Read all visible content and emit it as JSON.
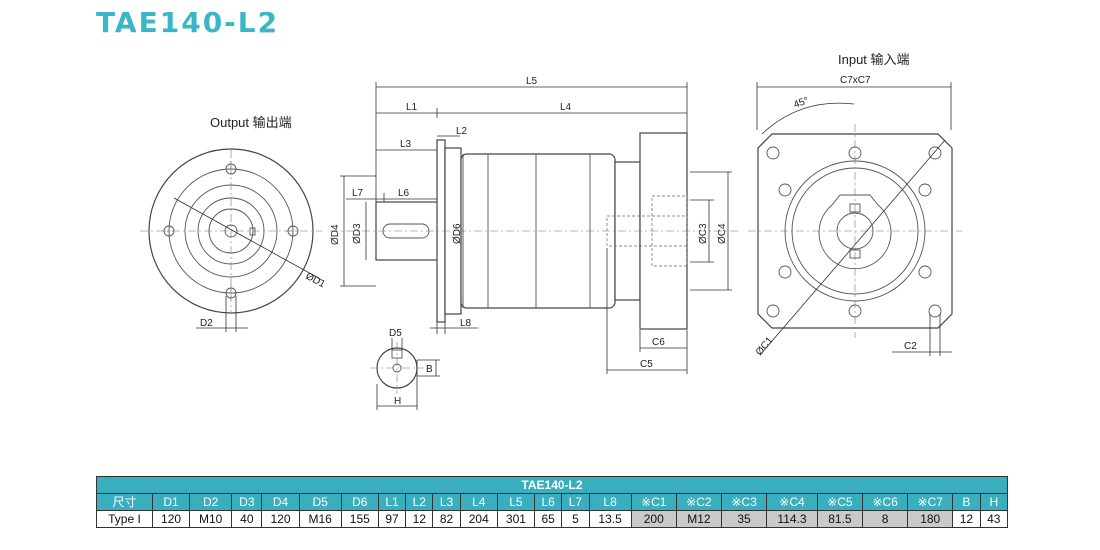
{
  "title": "TAE140-L2",
  "output_label": "Output   输出端",
  "input_label": "Input   输入端",
  "dims": {
    "L5": "L5",
    "L1": "L1",
    "L4": "L4",
    "L2": "L2",
    "L3": "L3",
    "L7": "L7",
    "L6": "L6",
    "L8": "L8",
    "D1": "ØD1",
    "D2": "D2",
    "D3": "ØD3",
    "D4": "ØD4",
    "D5": "D5",
    "D6": "ØD6",
    "C1": "ØC1",
    "C2": "C2",
    "C3": "ØC3",
    "C4": "ØC4",
    "C5": "C5",
    "C6": "C6",
    "C7xC7": "C7xC7",
    "B": "B",
    "H": "H",
    "angle": "45°"
  },
  "table": {
    "title": "TAE140-L2",
    "headers": [
      "尺寸",
      "D1",
      "D2",
      "D3",
      "D4",
      "D5",
      "D6",
      "L1",
      "L2",
      "L3",
      "L4",
      "L5",
      "L6",
      "L7",
      "L8",
      "※C1",
      "※C2",
      "※C3",
      "※C4",
      "※C5",
      "※C6",
      "※C7",
      "B",
      "H"
    ],
    "row": [
      "Type I",
      "120",
      "M10",
      "40",
      "120",
      "M16",
      "155",
      "97",
      "12",
      "82",
      "204",
      "301",
      "65",
      "5",
      "13.5",
      "200",
      "M12",
      "35",
      "114.3",
      "81.5",
      "8",
      "180",
      "12",
      "43"
    ]
  }
}
